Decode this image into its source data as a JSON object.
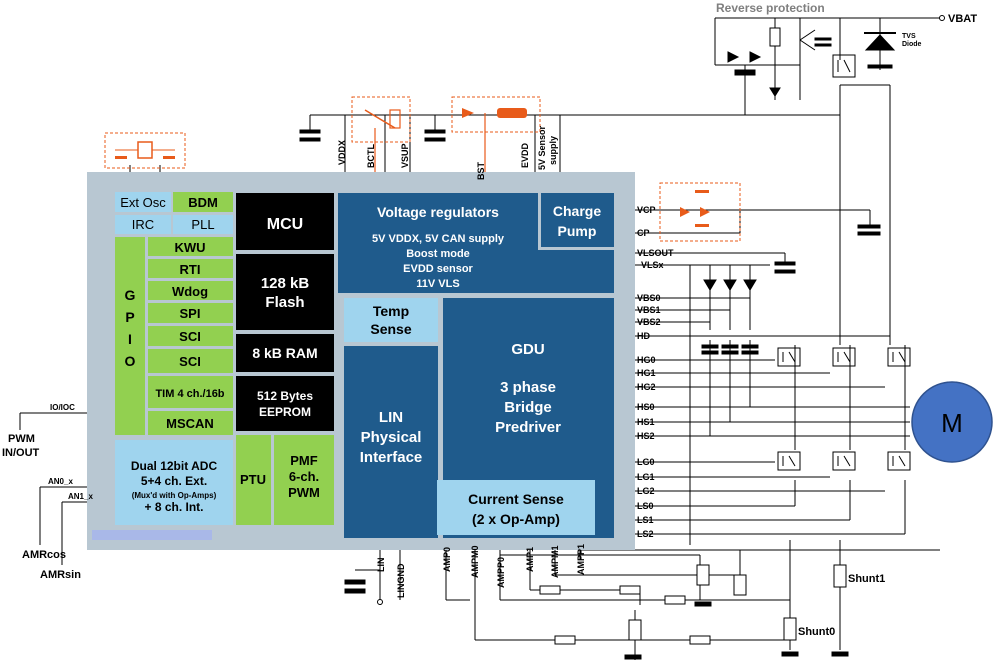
{
  "colors": {
    "chip_bg": "#b8c7d2",
    "green": "#92d050",
    "light_blue": "#9fd4ee",
    "black": "#000000",
    "dark_blue": "#1f5b8c",
    "motor": "#4472c4",
    "orange": "#e85b1a",
    "wire": "#000000"
  },
  "labels": {
    "reverse_protection": "Reverse protection",
    "vbat": "VBAT",
    "tvs": "TVS",
    "diode": "Diode",
    "vddx": "VDDX",
    "bctl": "BCTL",
    "vsup": "VSUP",
    "bst": "BST",
    "evdd": "EVDD",
    "sensor_supply_1": "5V Sensor",
    "sensor_supply_2": "supply",
    "vcp": "VCP",
    "cp": "CP",
    "vlsout": "VLSOUT",
    "vlsx": "VLSx",
    "vbs0": "VBS0",
    "vbs1": "VBS1",
    "vbs2": "VBS2",
    "hd": "HD",
    "hg0": "HG0",
    "hg1": "HG1",
    "hg2": "HG2",
    "hs0": "HS0",
    "hs1": "HS1",
    "hs2": "HS2",
    "lg0": "LG0",
    "lg1": "LG1",
    "lg2": "LG2",
    "ls0": "LS0",
    "ls1": "LS1",
    "ls2": "LS2",
    "io_ioc": "IO/IOC",
    "pwm_inout_1": "PWM",
    "pwm_inout_2": "IN/OUT",
    "an0": "AN0_x",
    "an1": "AN1_x",
    "amrcos": "AMRcos",
    "amrsin": "AMRsin",
    "lin": "LIN",
    "lingnd": "LINGND",
    "amp0": "AMP0",
    "ampm0": "AMPM0",
    "ampp0": "AMPP0",
    "amp1": "AMP1",
    "ampm1": "AMPM1",
    "ampp1": "AMPP1",
    "shunt1": "Shunt1",
    "shunt0": "Shunt0",
    "motor": "M"
  },
  "blocks": {
    "ext_osc": "Ext Osc",
    "bdm": "BDM",
    "irc": "IRC",
    "pll": "PLL",
    "gpio": "GPIO",
    "kwu": "KWU",
    "rti": "RTI",
    "wdog": "Wdog",
    "spi": "SPI",
    "sci1": "SCI",
    "sci2": "SCI",
    "tim": "TIM 4 ch./16b",
    "mscan": "MSCAN",
    "mcu": "MCU",
    "flash_1": "128 kB",
    "flash_2": "Flash",
    "ram": "8 kB RAM",
    "eeprom_1": "512 Bytes",
    "eeprom_2": "EEPROM",
    "adc_1": "Dual 12bit ADC",
    "adc_2": "5+4 ch. Ext.",
    "adc_3": "(Mux'd with Op-Amps)",
    "adc_4": "+ 8 ch. Int.",
    "ptu": "PTU",
    "pmf_1": "PMF",
    "pmf_2": "6-ch.",
    "pmf_3": "PWM",
    "vreg_title": "Voltage regulators",
    "vreg_1": "5V VDDX, 5V CAN supply",
    "vreg_2": "Boost mode",
    "vreg_3": "EVDD sensor",
    "vreg_4": "11V VLS",
    "charge_pump_1": "Charge",
    "charge_pump_2": "Pump",
    "temp_1": "Temp",
    "temp_2": "Sense",
    "lin_1": "LIN",
    "lin_2": "Physical",
    "lin_3": "Interface",
    "gdu_1": "GDU",
    "gdu_2": "3 phase",
    "gdu_3": "Bridge",
    "gdu_4": "Predriver",
    "cs_1": "Current Sense",
    "cs_2": "(2 x Op-Amp)"
  }
}
